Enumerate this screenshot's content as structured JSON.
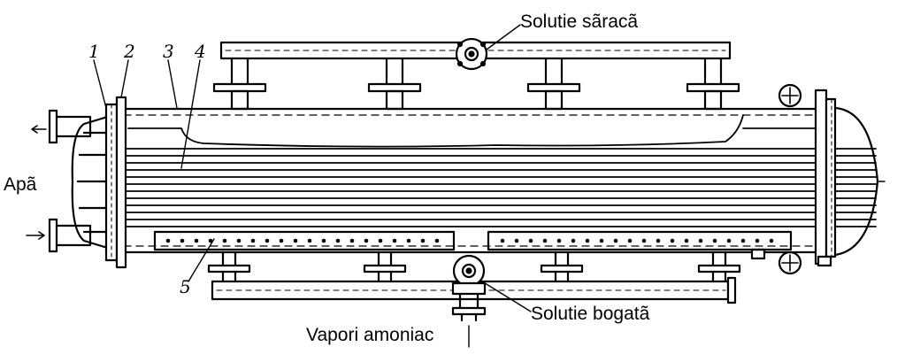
{
  "labels": {
    "solutie_saraca": "Solutie sãracã",
    "solutie_bogata": "Solutie bogatã",
    "vapori_amoniac": "Vapori amoniac",
    "apa": "Apã"
  },
  "part_numbers": [
    "1",
    "2",
    "3",
    "4",
    "5"
  ]
}
